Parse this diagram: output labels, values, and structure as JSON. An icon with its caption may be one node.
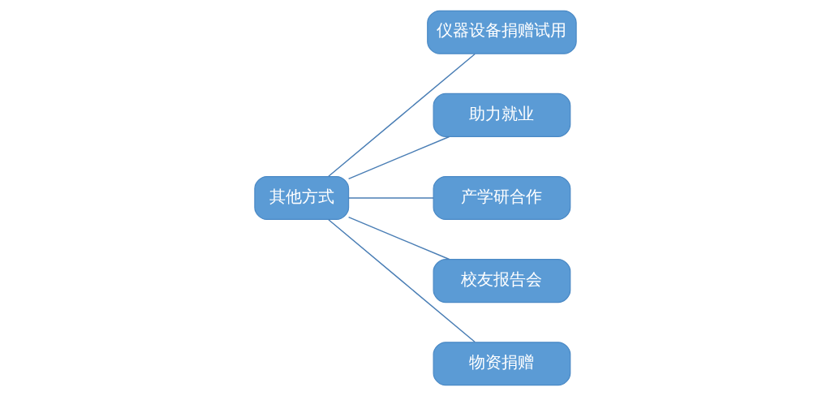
{
  "diagram": {
    "nodes": [
      {
        "text": [
          "其他方式"
        ]
      },
      {
        "text": [
          "仪器设备捐赠试用"
        ]
      },
      {
        "text": [
          "助力就业"
        ]
      },
      {
        "text": [
          "产学研合作"
        ]
      },
      {
        "text": [
          "校友报告会"
        ]
      },
      {
        "text": [
          "物资捐赠"
        ]
      }
    ],
    "edges": [
      {
        "from": 0,
        "to": 1,
        "arrow": "none"
      },
      {
        "from": 0,
        "to": 2,
        "arrow": "none"
      },
      {
        "from": 0,
        "to": 3,
        "arrow": "none"
      },
      {
        "from": 0,
        "to": 4,
        "arrow": "none"
      },
      {
        "from": 0,
        "to": 5,
        "arrow": "none"
      }
    ]
  }
}
